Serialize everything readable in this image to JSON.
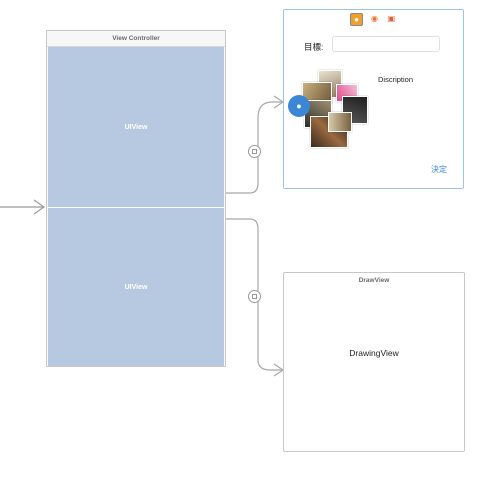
{
  "view_controller": {
    "title": "View Controller",
    "top_view_label": "UIView",
    "bottom_view_label": "UIView"
  },
  "popup": {
    "goal_label": "目標:",
    "goal_value": "",
    "description_label": "Discription",
    "decide_button": "決定",
    "dock_icons": [
      "view-controller-icon",
      "first-responder-icon",
      "exit-icon"
    ]
  },
  "draw_view": {
    "title": "DrawView",
    "label": "DrawingView"
  },
  "colors": {
    "uview_fill": "#b7c9e0",
    "connection_line": "#9a9a9a",
    "decide_button": "#3a8ee0",
    "popup_border": "#9cc4e8"
  }
}
